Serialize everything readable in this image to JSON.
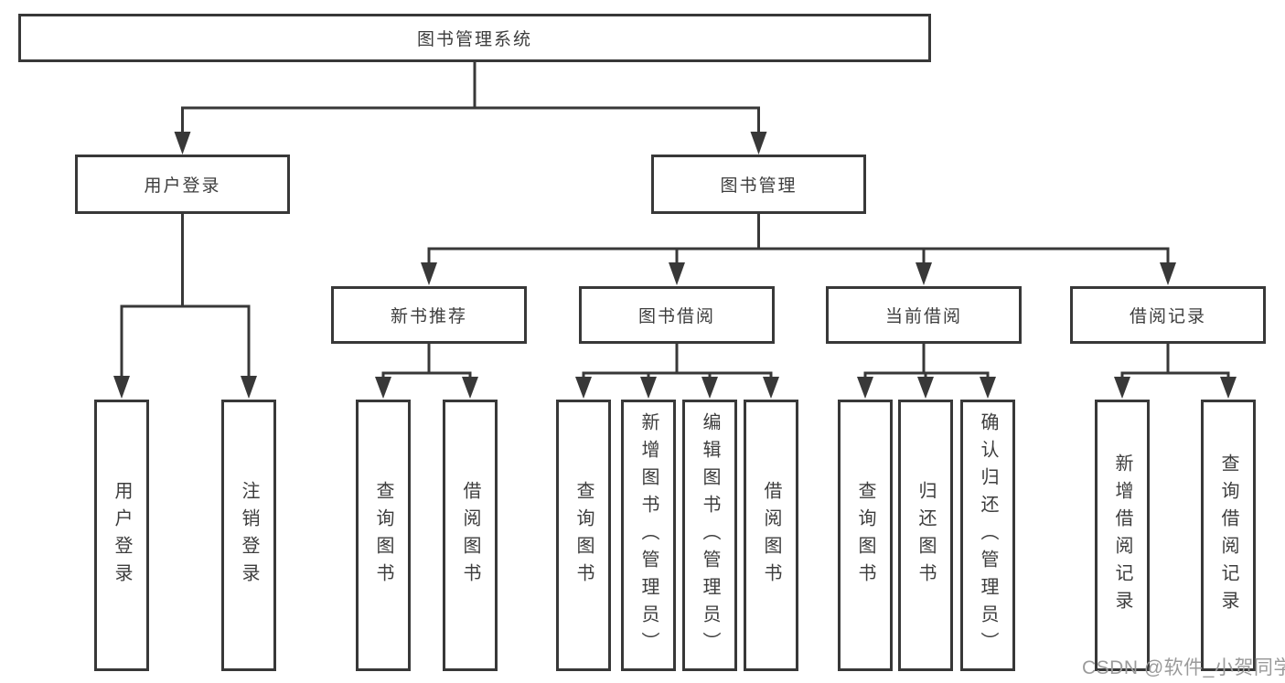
{
  "diagram": {
    "root": "图书管理系统",
    "level2": [
      "用户登录",
      "图书管理"
    ],
    "level3": [
      "新书推荐",
      "图书借阅",
      "当前借阅",
      "借阅记录"
    ],
    "leaves": {
      "userLogin": [
        "用户登录",
        "注销登录"
      ],
      "newBook": [
        "查询图书",
        "借阅图书"
      ],
      "bookBorrow": [
        "查询图书",
        "新增图书（管理员）",
        "编辑图书（管理员）",
        "借阅图书"
      ],
      "currentBorrow": [
        "查询图书",
        "归还图书",
        "确认归还（管理员）"
      ],
      "borrowRecord": [
        "新增借阅记录",
        "查询借阅记录"
      ]
    }
  },
  "watermark": "CSDN @软件_小贺同学",
  "colors": {
    "line": "#383838",
    "text": "#3d3d3d",
    "background": "#ffffff",
    "watermark": "#9b9b9b"
  }
}
